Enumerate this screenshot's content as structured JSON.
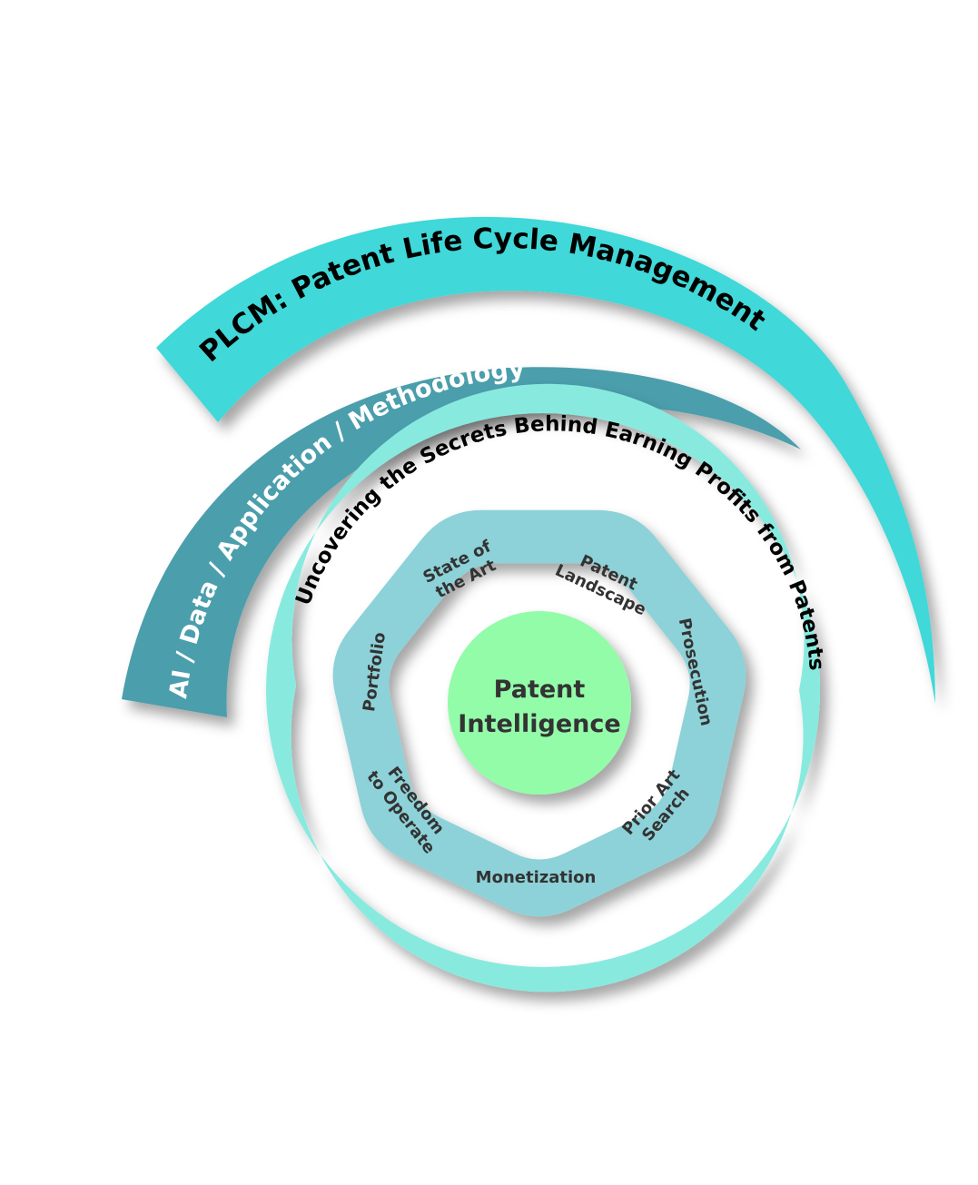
{
  "diagram": {
    "outer_arc": {
      "label": "PLCM: Patent Life Cycle Management",
      "color": "#3fd8d8"
    },
    "middle_arc": {
      "label": "AI / Data / Application / Methodology",
      "color": "#4b9eac"
    },
    "ring": {
      "label": "Uncovering the Secrets Behind Earning Profits from Patents",
      "color": "#88eadf"
    },
    "heptagon": {
      "color": "#8dd2d8",
      "segments": [
        {
          "lines": [
            "State of",
            "the Art"
          ]
        },
        {
          "lines": [
            "Patent",
            "Landscape"
          ]
        },
        {
          "lines": [
            "Prosecution"
          ]
        },
        {
          "lines": [
            "Prior Art",
            "Search"
          ]
        },
        {
          "lines": [
            "Monetization"
          ]
        },
        {
          "lines": [
            "Freedom",
            "to Operate"
          ]
        },
        {
          "lines": [
            "Portfolio"
          ]
        }
      ]
    },
    "core": {
      "lines": [
        "Patent",
        "Intelligence"
      ],
      "color": "#93fca9"
    }
  }
}
